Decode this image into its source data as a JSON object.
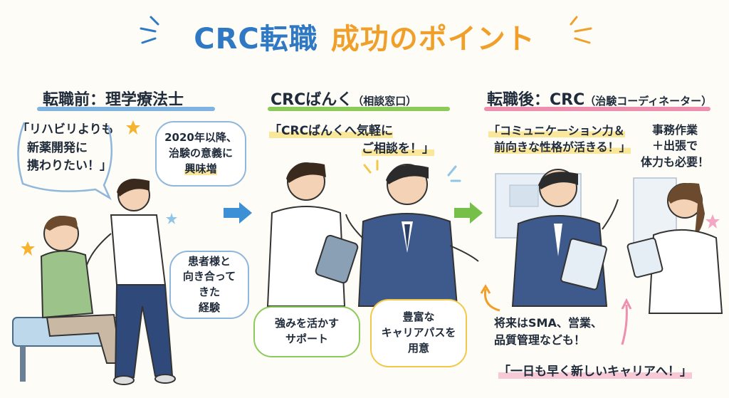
{
  "title": {
    "part1": "CRC転職",
    "part2": "成功のポイント"
  },
  "columns": [
    {
      "heading": "転職前：理学療法士",
      "quote_lines": [
        "「リハビリよりも",
        "新薬開発に",
        "携わりたい！」"
      ],
      "bubble1_lines": [
        "2020年以降、",
        "治験の意義に",
        "興味増"
      ],
      "bubble2_lines": [
        "患者様と",
        "向き合ってきた",
        "経験"
      ]
    },
    {
      "heading": "CRCばんく",
      "heading_small": "（相談窓口）",
      "quote_lines": [
        "「CRCばんくへ気軽に",
        "ご相談を！」"
      ],
      "bubble1_lines": [
        "強みを活かす",
        "サポート"
      ],
      "bubble2_lines": [
        "豊富な",
        "キャリアパスを",
        "用意"
      ]
    },
    {
      "heading": "転職後：CRC",
      "heading_small": "（治験コーディネーター）",
      "quote_lines": [
        "「コミュニケーション力＆",
        "前向きな性格が活きる！」"
      ],
      "note_lines": [
        "事務作業",
        "＋出張で",
        "体力も必要！"
      ],
      "future_lines": [
        "将来はSMA、営業、",
        "品質管理なども！"
      ],
      "banner": "「一日も早く新しいキャリアへ！」"
    }
  ],
  "colors": {
    "title_blue": "#2f78c4",
    "title_orange": "#f0a02a",
    "underline_blue": "#7fb4e2",
    "underline_green": "#8ccb5a",
    "underline_pink": "#ef8fb0",
    "arrow_blue": "#3d8fd6",
    "arrow_green": "#76c04a"
  },
  "icons": [
    "star-icon",
    "right-arrow-icon",
    "tablet-icon",
    "pointing-hand-icon"
  ]
}
